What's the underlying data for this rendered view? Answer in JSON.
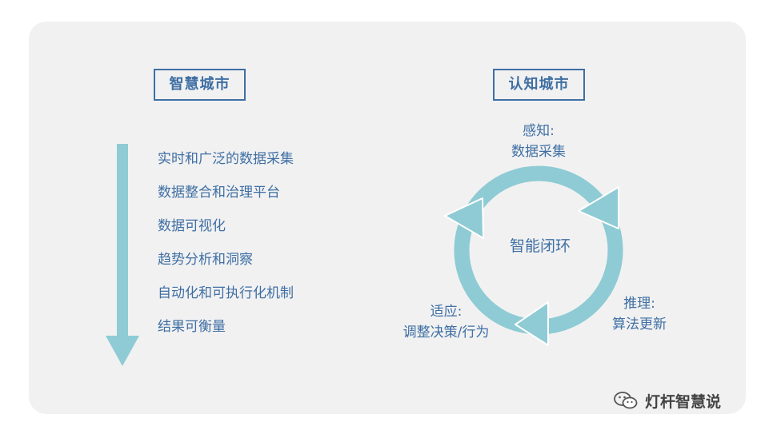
{
  "left": {
    "title": "智慧城市",
    "items": [
      "实时和广泛的数据采集",
      "数据整合和治理平台",
      "数据可视化",
      "趋势分析和洞察",
      "自动化和可执行化机制",
      "结果可衡量"
    ]
  },
  "right": {
    "title": "认知城市",
    "center": "智能闭环",
    "sense": {
      "line1": "感知:",
      "line2": "数据采集"
    },
    "infer": {
      "line1": "推理:",
      "line2": "算法更新"
    },
    "adapt": {
      "line1": "适应:",
      "line2": "调整决策/行为"
    }
  },
  "watermark": {
    "text": "灯杆智慧说",
    "icon": "wechat-icon"
  },
  "colors": {
    "accent": "#3f6fa3",
    "arrow": "#8ecbd4",
    "panel": "#f1f1f2"
  }
}
